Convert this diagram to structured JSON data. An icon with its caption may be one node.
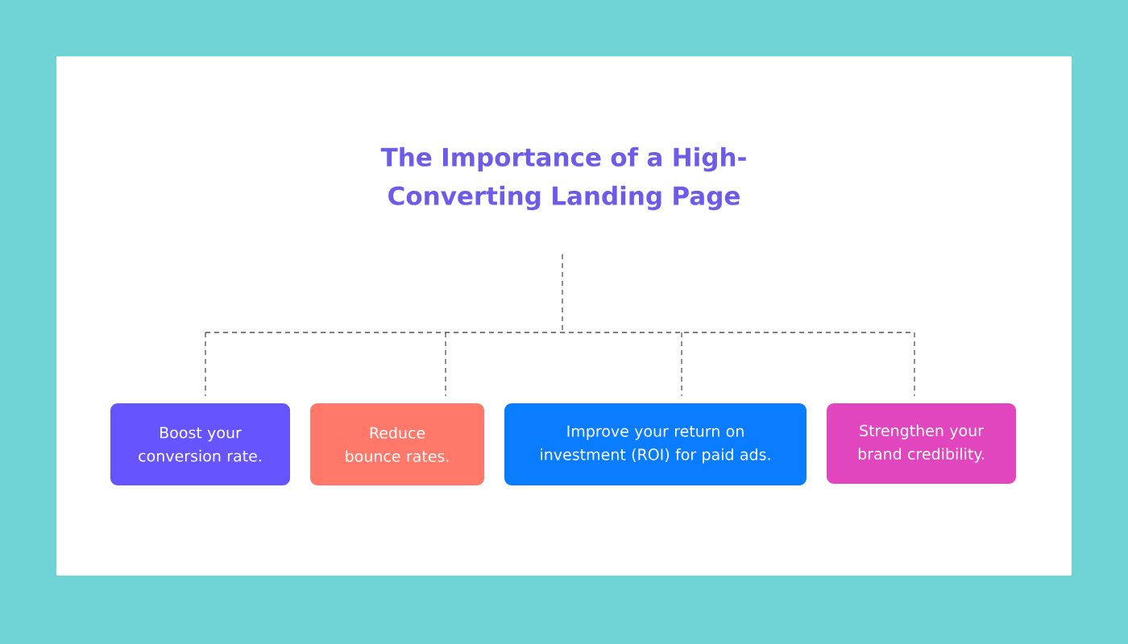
{
  "diagram": {
    "nodes": [
      {
        "text": [
          "The Importance of a High-Converting Landing Page"
        ]
      },
      {
        "text": [
          "Boost your conversion rate."
        ]
      },
      {
        "text": [
          "Reduce bounce rates."
        ]
      },
      {
        "text": [
          "Improve your return on investment (ROI) for paid ads."
        ]
      },
      {
        "text": [
          "Strengthen your brand credibility."
        ]
      }
    ],
    "edges": [
      {
        "from": 0,
        "to": 1,
        "arrow": "none",
        "style": "dashed"
      },
      {
        "from": 0,
        "to": 2,
        "arrow": "none",
        "style": "dashed"
      },
      {
        "from": 0,
        "to": 3,
        "arrow": "none",
        "style": "dashed"
      },
      {
        "from": 0,
        "to": 4,
        "arrow": "none",
        "style": "dashed"
      }
    ]
  }
}
